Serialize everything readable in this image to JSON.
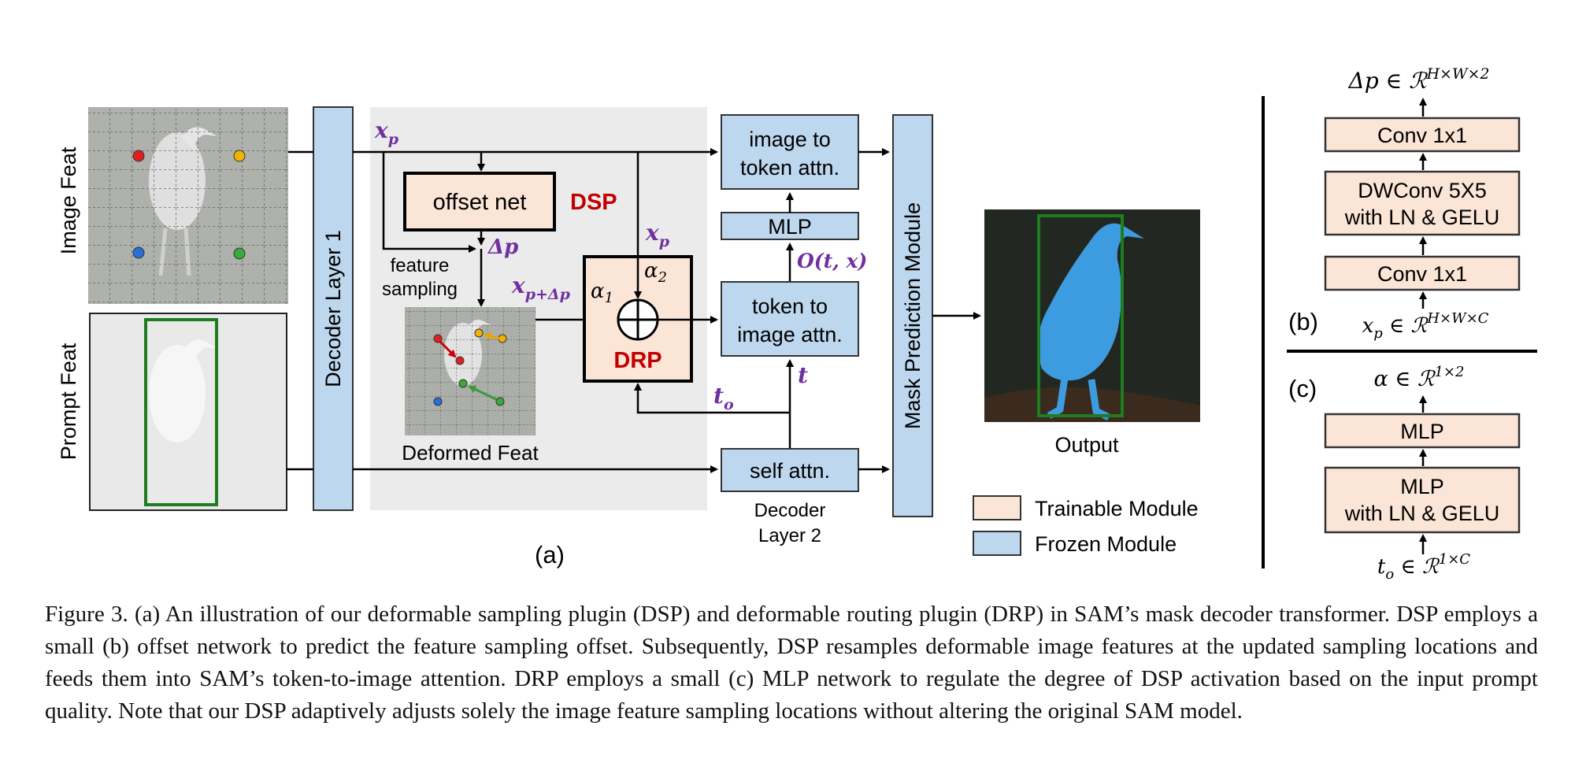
{
  "colors": {
    "trainable": "#fbe5d6",
    "frozen": "#bdd7ee",
    "accent_red": "#c00000",
    "accent_purple": "#7030a0",
    "box_green": "#1e7d1e",
    "panel_gray": "#ebebeb"
  },
  "figure": {
    "left_inputs": {
      "image_feat": "Image Feat",
      "prompt_feat": "Prompt Feat"
    },
    "decoder_layer1": "Decoder Layer 1",
    "dsp_panel": {
      "x_p": "x",
      "x_p_sub": "p",
      "offset_net": "offset net",
      "dsp": "DSP",
      "delta_p": "Δp",
      "feature_sampling_1": "feature",
      "feature_sampling_2": "sampling",
      "x_p_dp": "x",
      "x_p_dp_sub": "p+Δp",
      "deformed_feat": "Deformed Feat",
      "alpha1": "α",
      "alpha1_sub": "1",
      "alpha2": "α",
      "alpha2_sub": "2",
      "drp": "DRP",
      "x_p2": "x",
      "x_p2_sub": "p",
      "t_o": "t",
      "t_o_sub": "o"
    },
    "decoder_layer2": {
      "img_to_token_1": "image to",
      "img_to_token_2": "token attn.",
      "mlp": "MLP",
      "o_tx": "O(t, x)",
      "token_to_img_1": "token to",
      "token_to_img_2": "image attn.",
      "t": "t",
      "self_attn": "self attn.",
      "label_1": "Decoder",
      "label_2": "Layer 2"
    },
    "mask_prediction": "Mask Prediction Module",
    "output": "Output",
    "legend": {
      "trainable": "Trainable Module",
      "frozen": "Frozen Module"
    },
    "panel_a": "(a)",
    "panel_b": {
      "label": "(b)",
      "top": "Δp ∈ ℛ",
      "top_sup": "H×W×2",
      "conv_top": "Conv 1x1",
      "dwconv_1": "DWConv 5X5",
      "dwconv_2": "with LN & GELU",
      "conv_bottom": "Conv 1x1",
      "input": "x",
      "input_sub": "p",
      "input_rest": " ∈ ℛ",
      "input_sup": "H×W×C"
    },
    "panel_c": {
      "label": "(c)",
      "top": "α ∈ ℛ",
      "top_sup": "1×2",
      "mlp_top": "MLP",
      "mlp_1": "MLP",
      "mlp_2": "with LN & GELU",
      "input": "t",
      "input_sub": "o",
      "input_rest": " ∈ ℛ",
      "input_sup": "1×C"
    }
  },
  "caption": "Figure 3.  (a) An illustration of our deformable sampling plugin (DSP) and deformable routing plugin (DRP) in SAM’s mask decoder transformer.  DSP employs a small (b) offset network to predict the feature sampling offset.  Subsequently, DSP resamples deformable image features at the updated sampling locations and feeds them into SAM’s token-to-image attention.  DRP employs a small (c) MLP network to regulate the degree of DSP activation based on the input prompt quality. Note that our DSP adaptively adjusts solely the image feature sampling locations without altering the original SAM model."
}
